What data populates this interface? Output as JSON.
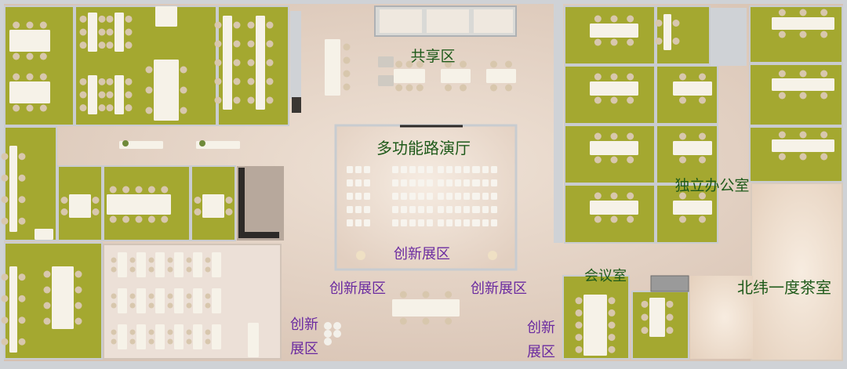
{
  "labels": {
    "shared": "共享区",
    "hall": "多功能路演厅",
    "independent_office": "独立办公室",
    "meeting_room": "会议室",
    "tea_room": "北纬一度茶室",
    "innovation_in_hall": "创新展区",
    "innovation_left": "创新展区",
    "innovation_right": "创新展区",
    "innovation_lower_left_line1": "创新",
    "innovation_lower_left_line2": "展区",
    "innovation_lower_right_line1": "创新",
    "innovation_lower_right_line2": "展区"
  },
  "colors": {
    "floor": "#dcc9bb",
    "office_green": "#a4a830",
    "wall": "#cfd2d6",
    "desk": "#f6f2e8",
    "chair": "#d8c7ad",
    "label_green": "#1f5a1a",
    "label_purple": "#6a2aa0"
  }
}
